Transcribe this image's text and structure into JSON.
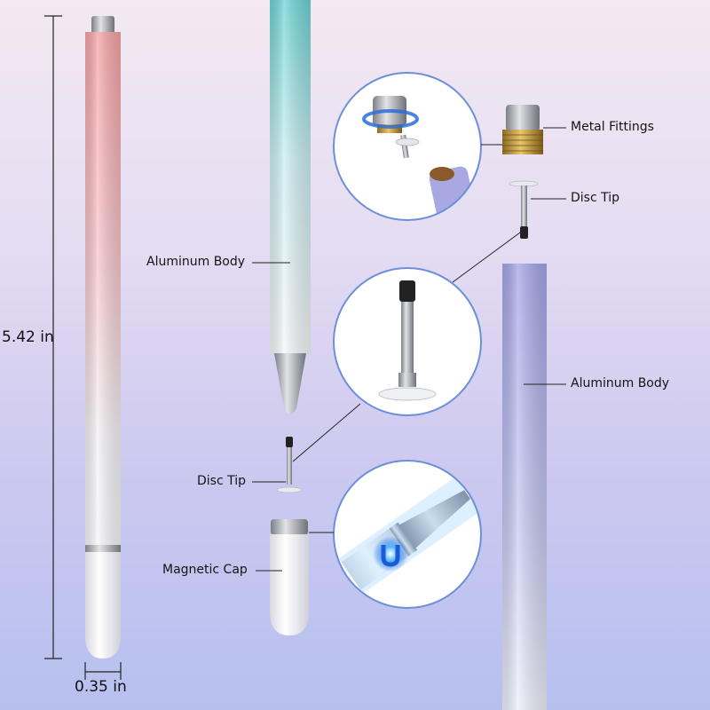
{
  "dimensions": {
    "length": "5.42 in",
    "diameter": "0.35 in"
  },
  "labels": {
    "aluminum_body_left": "Aluminum Body",
    "disc_tip_left": "Disc Tip",
    "magnetic_cap": "Magnetic Cap",
    "metal_fittings": "Metal Fittings",
    "disc_tip_right": "Disc Tip",
    "aluminum_body_right": "Aluminum Body"
  },
  "colors": {
    "pink_pen": "#f2a6a8",
    "teal_pen": "#7fd6d6",
    "lavender_pen": "#a9a8e6",
    "circle_border": "#6c8fd9",
    "leader_line": "#222222"
  },
  "icons": [
    "stylus-pen-icon",
    "disc-tip-icon",
    "magnetic-cap-icon",
    "metal-fitting-icon"
  ]
}
